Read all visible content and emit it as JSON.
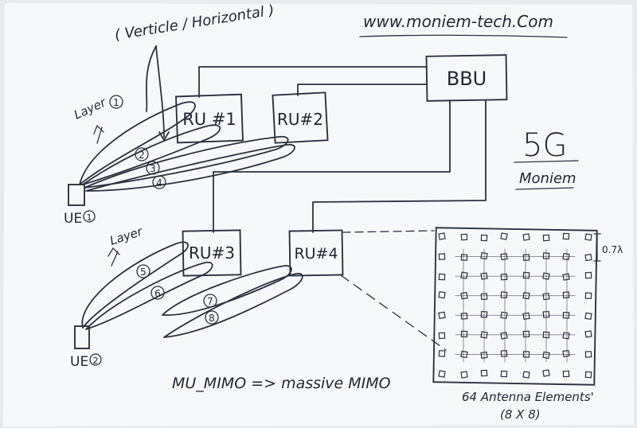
{
  "header": {
    "website": "www.moniem-tech.Com",
    "polarization_note": "( Verticle / Horizontal )"
  },
  "nodes": {
    "bbu": "BBU",
    "ru1": "RU #1",
    "ru2": "RU#2",
    "ru3": "RU#3",
    "ru4": "RU#4",
    "ue1": "UE",
    "ue1_index": "1",
    "ue2": "UE",
    "ue2_index": "2"
  },
  "layers": {
    "ue1_label": "Layer",
    "ue1_label_index": "1",
    "ue2_label": "Layer",
    "numbers": [
      "2",
      "3",
      "4",
      "5",
      "6",
      "7",
      "8"
    ]
  },
  "brand": {
    "title": "5G",
    "subtitle": "Moniem"
  },
  "antenna": {
    "spacing": "0.7λ",
    "caption": "64 Antenna Elements'",
    "dims": "(8 X 8)",
    "rows": 8,
    "cols": 8
  },
  "footer": {
    "equation": "MU_MIMO => massive MIMO"
  }
}
